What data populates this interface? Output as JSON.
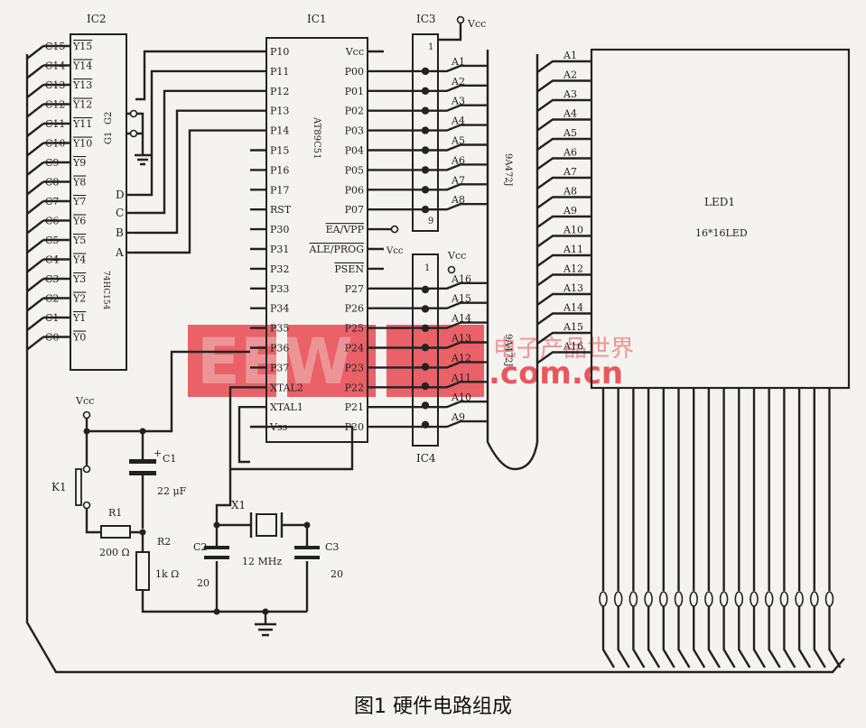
{
  "caption": "图1  硬件电路组成",
  "watermark": {
    "brand": "EEW",
    "cn": "电子产品世界",
    "url": ".com.cn",
    "color": "#e8474f"
  },
  "ic1": {
    "ref": "IC1",
    "part": "AT89C51",
    "left_pins": [
      "P10",
      "P11",
      "P12",
      "P13",
      "P14",
      "P15",
      "P16",
      "P17",
      "RST",
      "P30",
      "P31",
      "P32",
      "P33",
      "P34",
      "P35",
      "P36",
      "P37",
      "XTAL2",
      "XTAL1",
      "Vss"
    ],
    "right_pins": [
      "Vcc",
      "P00",
      "P01",
      "P02",
      "P03",
      "P04",
      "P05",
      "P06",
      "P07",
      "EA/VPP",
      "ALE/PROG",
      "PSEN",
      "P27",
      "P26",
      "P25",
      "P24",
      "P23",
      "P22",
      "P21",
      "P20"
    ]
  },
  "ic2": {
    "ref": "IC2",
    "part": "74HC154",
    "outputs": [
      "Y15",
      "Y14",
      "Y13",
      "Y12",
      "Y11",
      "Y10",
      "Y9",
      "Y8",
      "Y7",
      "Y6",
      "Y5",
      "Y4",
      "Y3",
      "Y2",
      "Y1",
      "Y0"
    ],
    "col_labels": [
      "C15",
      "C14",
      "C13",
      "C12",
      "C11",
      "C10",
      "C9",
      "C8",
      "C7",
      "C6",
      "C5",
      "C4",
      "C3",
      "C2",
      "C1",
      "C0"
    ],
    "enables": [
      "G2",
      "G1"
    ],
    "inputs": [
      "D",
      "C",
      "B",
      "A"
    ]
  },
  "ic3": {
    "ref": "IC3",
    "part": "9A472J",
    "pin1": "1",
    "pin9": "9"
  },
  "ic4": {
    "ref": "IC4",
    "part": "9A472J",
    "pin1": "1"
  },
  "vcc_label": "Vcc",
  "rows_top": [
    "A1",
    "A2",
    "A3",
    "A4",
    "A5",
    "A6",
    "A7",
    "A8"
  ],
  "rows_bottom": [
    "A16",
    "A15",
    "A14",
    "A13",
    "A12",
    "A11",
    "A10",
    "A9"
  ],
  "led_rows": [
    "A1",
    "A2",
    "A3",
    "A4",
    "A5",
    "A6",
    "A7",
    "A8",
    "A9",
    "A10",
    "A11",
    "A12",
    "A13",
    "A14",
    "A15",
    "A16"
  ],
  "led": {
    "ref": "LED1",
    "part": "16*16LED"
  },
  "parts": {
    "k1": "K1",
    "c1": "C1",
    "c1_value": "22 μF",
    "r1": "R1",
    "r1_value": "200 Ω",
    "r2": "R2",
    "r2_value": "1k Ω",
    "x1": "X1",
    "x1_value": "12 MHz",
    "c2": "C2",
    "c2_value": "20",
    "c3": "C3",
    "c3_value": "20"
  }
}
